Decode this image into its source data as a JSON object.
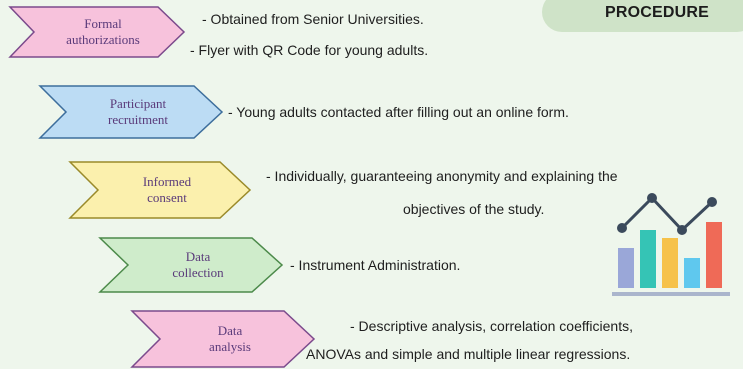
{
  "header": {
    "title": "PROCEDURE"
  },
  "steps": [
    {
      "line1": "Formal",
      "line2": "authorizations",
      "color": "#f7c2dc",
      "stroke": "#7b4a8c"
    },
    {
      "line1": "Participant",
      "line2": "recruitment",
      "color": "#bcdcf4",
      "stroke": "#3d6e9c"
    },
    {
      "line1": "Informed",
      "line2": "consent",
      "color": "#fbf0ad",
      "stroke": "#9a8a2a"
    },
    {
      "line1": "Data",
      "line2": "collection",
      "color": "#cfeccb",
      "stroke": "#4c8a4a"
    },
    {
      "line1": "Data",
      "line2": "analysis",
      "color": "#f7c2dc",
      "stroke": "#7b4a8c"
    }
  ],
  "descriptions": {
    "formal_1": "- Obtained from Senior Universities.",
    "formal_2": "- Flyer with QR Code for young adults.",
    "recruitment": "- Young adults contacted after filling out an online form.",
    "consent_1": "- Individually, guaranteeing anonymity and explaining the",
    "consent_2": "objectives of the study.",
    "collection": "- Instrument Administration.",
    "analysis_1": "- Descriptive analysis, correlation coefficients,",
    "analysis_2": "ANOVAs and simple and multiple linear regressions."
  },
  "icon": {
    "name": "bar-line-chart-icon",
    "colors": [
      "#9aa7d8",
      "#35c4b5",
      "#f6c24a",
      "#5fc8ee",
      "#ef6a57"
    ],
    "line_color": "#3b4a5c"
  }
}
